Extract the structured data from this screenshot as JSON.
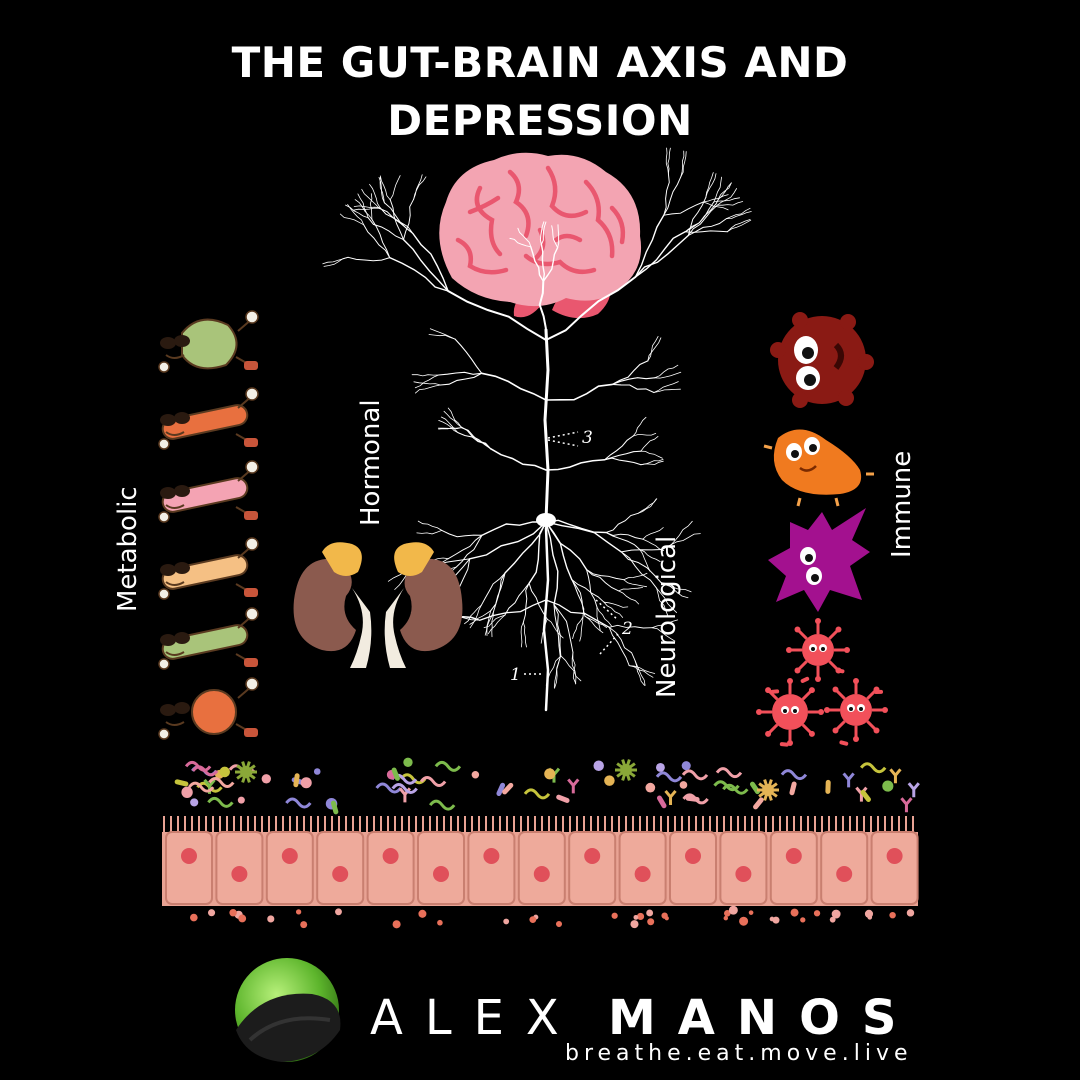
{
  "title": {
    "line1": "THE GUT-BRAIN AXIS AND",
    "line2": "DEPRESSION"
  },
  "pathways": {
    "metabolic": "Metabolic",
    "hormonal": "Hormonal",
    "neurological": "Neurological",
    "immune": "Immune"
  },
  "neuron_labels": [
    "1",
    "2",
    "3"
  ],
  "brand": {
    "name_first": "ALEX",
    "name_last": "MANOS",
    "tagline": "breathe.eat.move.live"
  },
  "colors": {
    "background": "#000000",
    "brain": "#f2a0ae",
    "epithelium": "#e9a394",
    "logo_green": "#6fc23a"
  }
}
